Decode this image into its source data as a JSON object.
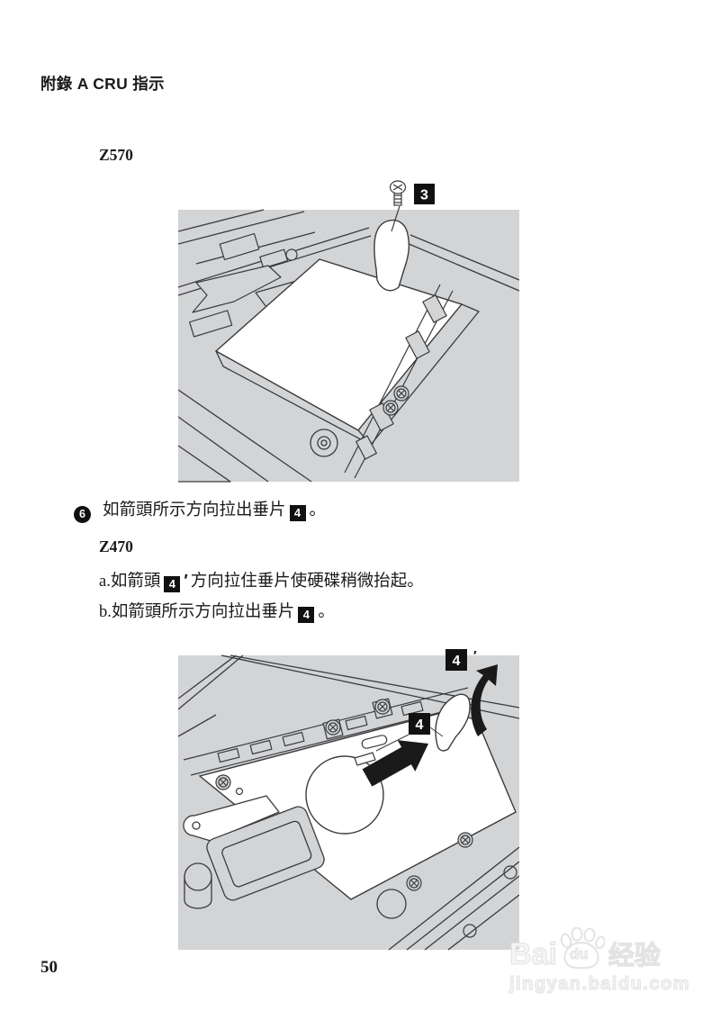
{
  "page": {
    "header_title": "附錄 A CRU 指示",
    "page_number": "50"
  },
  "content": {
    "z570_label": "Z570",
    "step6": {
      "number": "6",
      "text": "如箭頭所示方向拉出垂片",
      "tag": "4",
      "suffix": "。"
    },
    "z470_label": "Z470",
    "step_a": {
      "prefix": "a.",
      "text_before": "如箭頭",
      "tag": "4",
      "prime": "′",
      "text_after": "方向拉住垂片使硬碟稍微抬起。"
    },
    "step_b": {
      "prefix": "b.",
      "text_before": "如箭頭所示方向拉出垂片",
      "tag": "4",
      "suffix": "。"
    }
  },
  "figure1": {
    "callout_screw": "3"
  },
  "figure2": {
    "callout_tab": "4",
    "callout_lift": "4",
    "callout_lift_prime": "′"
  },
  "watermark": {
    "text_bai": "Bai",
    "text_du": "du",
    "text_jingyan": "经验",
    "url": "jingyan.baidu.com"
  },
  "colors": {
    "figure_background": "#d3d4d6",
    "figure_line": "#3a3b3d",
    "callout_background": "#111111",
    "body_text": "#1a1a1a",
    "watermark_stroke": "#e3e3e3"
  }
}
